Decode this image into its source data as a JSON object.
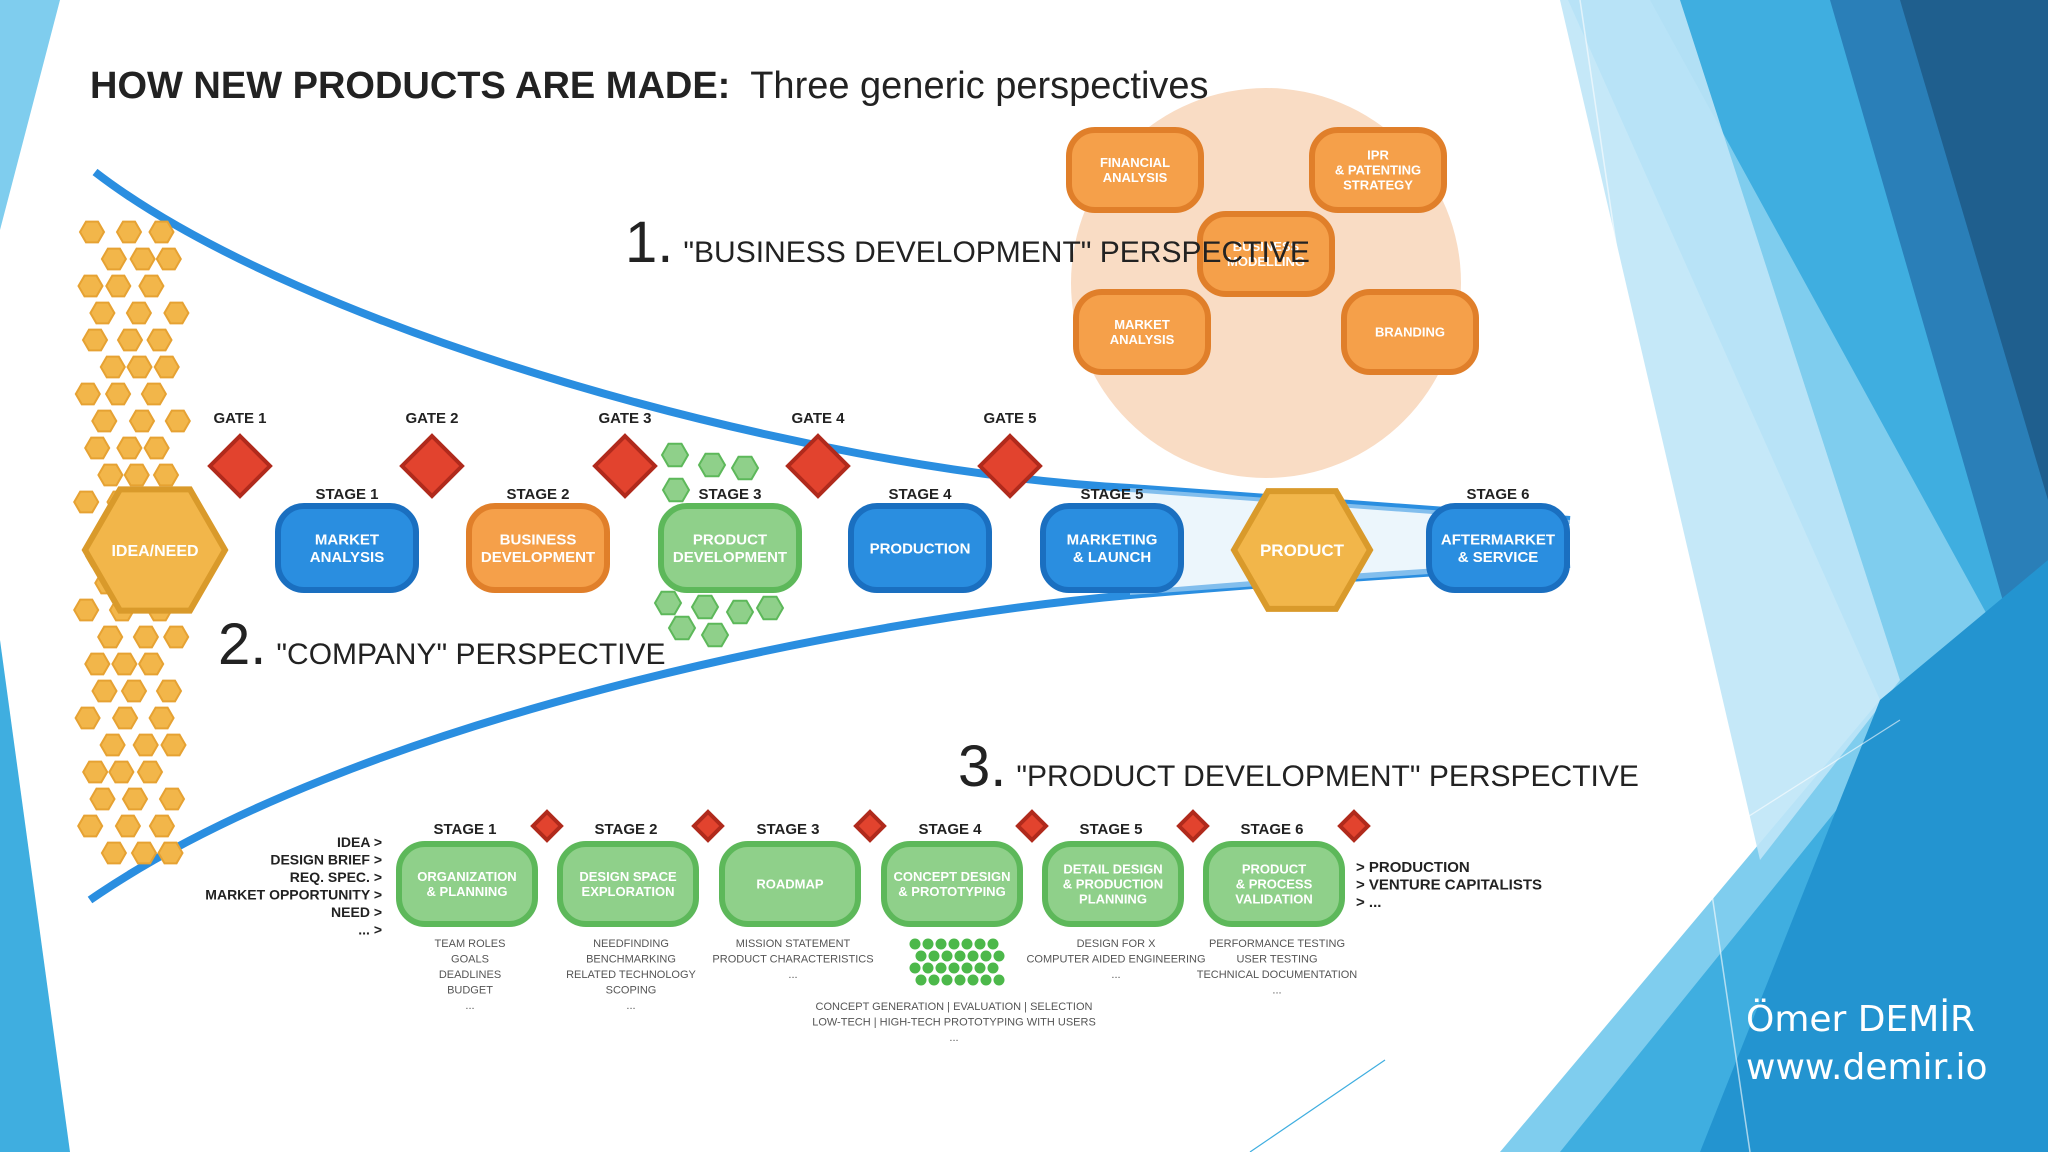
{
  "title": {
    "bold": "HOW NEW PRODUCTS ARE MADE:",
    "regular": "Three generic perspectives"
  },
  "perspectives": {
    "p1": {
      "num": "1.",
      "label": "\"BUSINESS DEVELOPMENT\" PERSPECTIVE"
    },
    "p2": {
      "num": "2.",
      "label": "\"COMPANY\" PERSPECTIVE"
    },
    "p3": {
      "num": "3.",
      "label": "\"PRODUCT DEVELOPMENT\" PERSPECTIVE"
    }
  },
  "business_bubbles": [
    {
      "lines": [
        "FINANCIAL",
        "ANALYSIS"
      ]
    },
    {
      "lines": [
        "IPR",
        "& PATENTING",
        "STRATEGY"
      ]
    },
    {
      "lines": [
        "BUSINESS",
        "MODELLING"
      ]
    },
    {
      "lines": [
        "MARKET",
        "ANALYSIS"
      ]
    },
    {
      "lines": [
        "BRANDING"
      ]
    }
  ],
  "gates": [
    "GATE 1",
    "GATE 2",
    "GATE 3",
    "GATE 4",
    "GATE 5"
  ],
  "company_stages": [
    {
      "stage": "STAGE 1",
      "lines": [
        "MARKET",
        "ANALYSIS"
      ],
      "kind": "blue"
    },
    {
      "stage": "STAGE 2",
      "lines": [
        "BUSINESS",
        "DEVELOPMENT"
      ],
      "kind": "orange"
    },
    {
      "stage": "STAGE 3",
      "lines": [
        "PRODUCT",
        "DEVELOPMENT"
      ],
      "kind": "green"
    },
    {
      "stage": "STAGE 4",
      "lines": [
        "PRODUCTION"
      ],
      "kind": "blue"
    },
    {
      "stage": "STAGE 5",
      "lines": [
        "MARKETING",
        "& LAUNCH"
      ],
      "kind": "blue"
    },
    {
      "stage": "STAGE 6",
      "lines": [
        "AFTERMARKET",
        "& SERVICE"
      ],
      "kind": "blue"
    }
  ],
  "hex_labels": {
    "idea": "IDEA/NEED",
    "product": "PRODUCT"
  },
  "inputs": [
    "IDEA >",
    "DESIGN BRIEF >",
    "REQ. SPEC. >",
    "MARKET OPPORTUNITY >",
    "NEED >",
    "... >"
  ],
  "outputs": [
    "> PRODUCTION",
    "> VENTURE CAPITALISTS",
    "> ..."
  ],
  "product_stages": [
    {
      "stage": "STAGE 1",
      "lines": [
        "ORGANIZATION",
        "& PLANNING"
      ],
      "notes": [
        "TEAM ROLES",
        "GOALS",
        "DEADLINES",
        "BUDGET",
        "..."
      ]
    },
    {
      "stage": "STAGE 2",
      "lines": [
        "DESIGN SPACE",
        "EXPLORATION"
      ],
      "notes": [
        "NEEDFINDING",
        "BENCHMARKING",
        "RELATED TECHNOLOGY",
        "SCOPING",
        "..."
      ]
    },
    {
      "stage": "STAGE 3",
      "lines": [
        "ROADMAP"
      ],
      "notes": [
        "MISSION STATEMENT",
        "PRODUCT CHARACTERISTICS",
        "..."
      ]
    },
    {
      "stage": "STAGE 4",
      "lines": [
        "CONCEPT DESIGN",
        "& PROTOTYPING"
      ],
      "notes": []
    },
    {
      "stage": "STAGE 5",
      "lines": [
        "DETAIL DESIGN",
        "& PRODUCTION",
        "PLANNING"
      ],
      "notes": [
        "DESIGN FOR X",
        "COMPUTER AIDED ENGINEERING",
        "..."
      ]
    },
    {
      "stage": "STAGE 6",
      "lines": [
        "PRODUCT",
        "& PROCESS",
        "VALIDATION"
      ],
      "notes": [
        "PERFORMANCE TESTING",
        "USER TESTING",
        "TECHNICAL DOCUMENTATION",
        "..."
      ]
    }
  ],
  "concept_notes": [
    "CONCEPT GENERATION | EVALUATION | SELECTION",
    "LOW-TECH | HIGH-TECH PROTOTYPING WITH USERS",
    "..."
  ],
  "author": {
    "name": "Ömer DEMİR",
    "site": "www.demir.io"
  },
  "colors": {
    "blue": "#2a8ee0",
    "blue_dark": "#1a6fc0",
    "orange": "#f5a04a",
    "orange_dark": "#e07f2a",
    "green": "#8fd08a",
    "green_dark": "#5db85a",
    "gold": "#f2b64a",
    "red": "#e2432e",
    "peach": "#f9dcc4"
  }
}
